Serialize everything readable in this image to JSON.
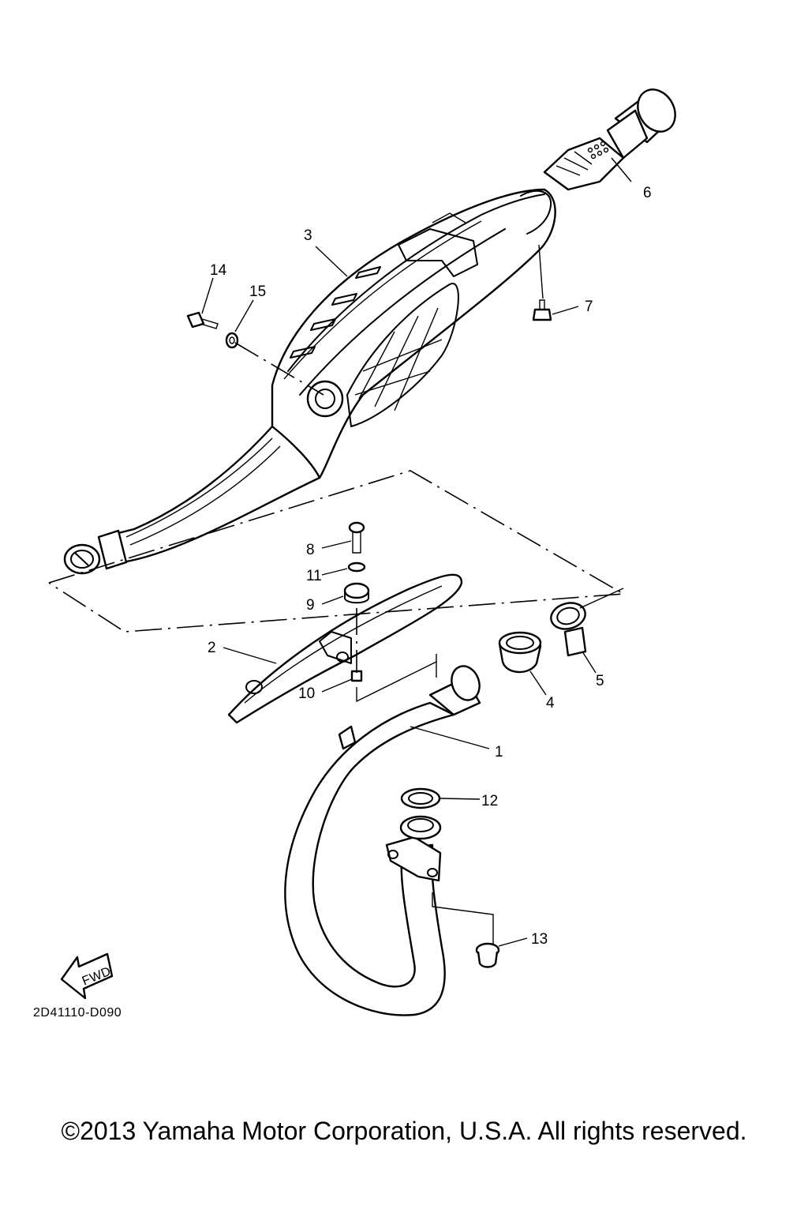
{
  "diagram": {
    "code": "2D41110-D090",
    "fwd_label": "FWD",
    "callouts": [
      "1",
      "2",
      "3",
      "4",
      "5",
      "6",
      "7",
      "8",
      "9",
      "10",
      "11",
      "12",
      "13",
      "14",
      "15"
    ]
  },
  "footer": {
    "copyright": "©2013 Yamaha Motor Corporation, U.S.A. All rights reserved."
  }
}
